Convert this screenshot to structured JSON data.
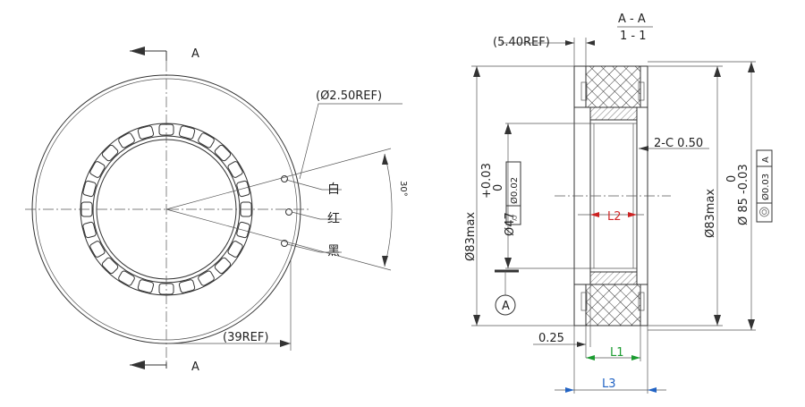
{
  "section_marks": {
    "top": "A",
    "bottom": "A"
  },
  "section_title": {
    "name": "A - A",
    "scale": "1 - 1"
  },
  "front_view": {
    "ref_hole": "(Ø2.50REF)",
    "angle": "30°",
    "ref_width": "(39REF)",
    "wire_labels": [
      "白",
      "红",
      "黑"
    ]
  },
  "side_view": {
    "ref_thickness": "(5.40REF)",
    "od_left": "Ø83max",
    "bore_tol_upper": "+0.03",
    "bore_tol_lower": "0",
    "bore_dim": "Ø47",
    "cylindricity_value": "Ø0.02",
    "chamfer": "2-C 0.50",
    "od_right": "Ø83max",
    "housing_tol_upper": "0",
    "housing_tol_lower": "Ø 85 -0.03",
    "coax_value": "Ø0.03",
    "coax_datum": "A",
    "datum_label": "A",
    "offset": "0.25",
    "l1": "L1",
    "l2": "L2",
    "l3": "L3"
  },
  "colors": {
    "l1": "#1a9b2f",
    "l2": "#d12a2a",
    "l3": "#2163c4"
  }
}
